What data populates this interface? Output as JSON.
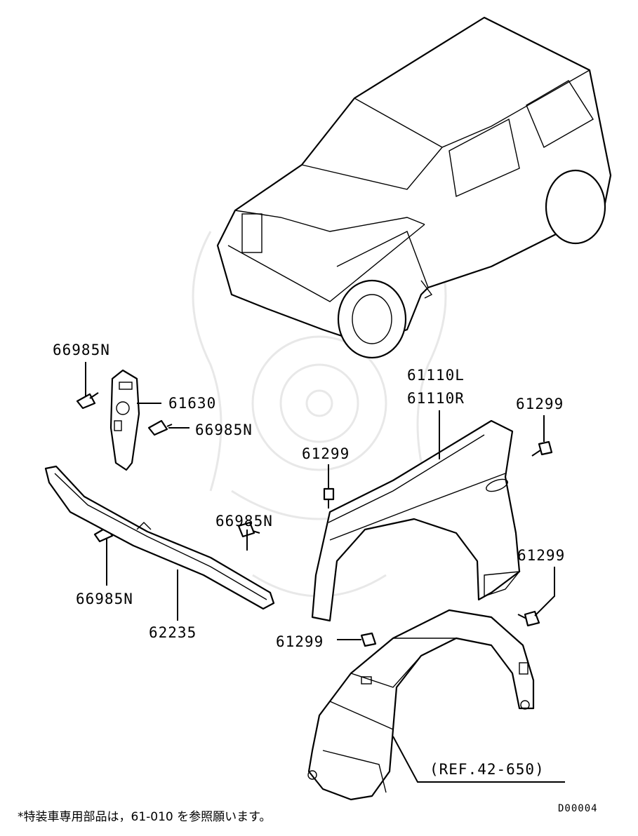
{
  "diagram": {
    "part_labels": {
      "p66985n_a": "66985N",
      "p61630": "61630",
      "p66985n_b": "66985N",
      "p61110l": "61110L",
      "p61110r": "61110R",
      "p61299_a": "61299",
      "p61299_b": "61299",
      "p66985n_c": "66985N",
      "p61299_c": "61299",
      "p66985n_d": "66985N",
      "p62235": "62235",
      "p61299_d": "61299",
      "ref": "(REF.42-650)"
    },
    "footnote": "*特装車専用部品は，61-010 を参照願います。",
    "diagram_code": "D00004"
  }
}
